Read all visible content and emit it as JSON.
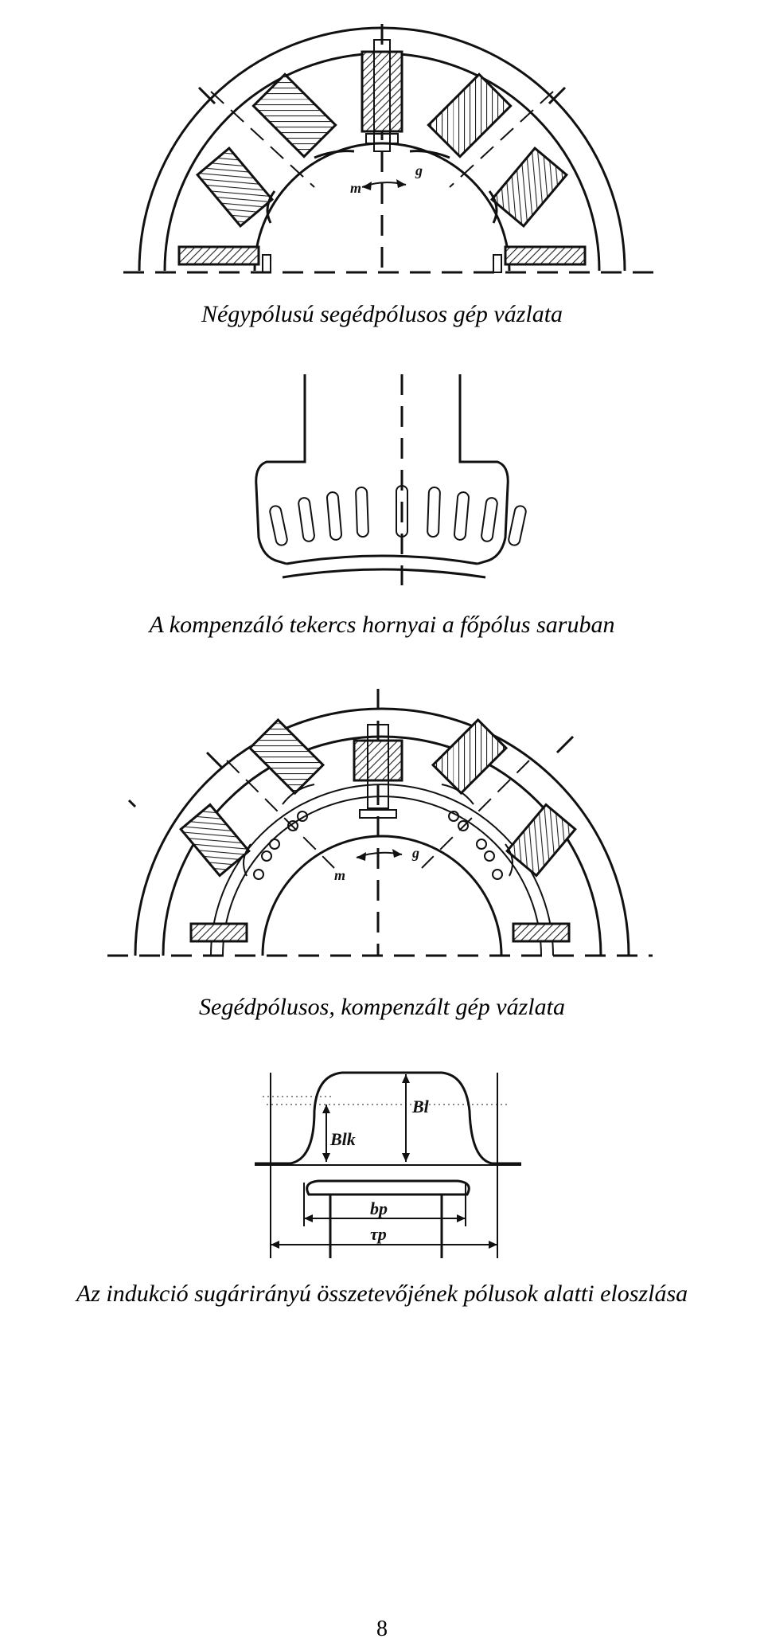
{
  "figures": [
    {
      "id": "fig1",
      "caption": "Négypólusú segédpólusos gép vázlata",
      "labels": {
        "m": "m",
        "g": "g"
      }
    },
    {
      "id": "fig2",
      "caption": "A kompenzáló tekercs hornyai a főpólus saruban"
    },
    {
      "id": "fig3",
      "caption": "Segédpólusos, kompenzált gép vázlata",
      "labels": {
        "m": "m",
        "g": "g"
      }
    },
    {
      "id": "fig4",
      "caption": "Az indukció sugárirányú összetevőjének pólusok alatti eloszlása",
      "labels": {
        "b_lk": "Blk",
        "b_l": "Bl",
        "b_p": "bp",
        "tau_p": "τp"
      }
    }
  ],
  "page_number": "8"
}
